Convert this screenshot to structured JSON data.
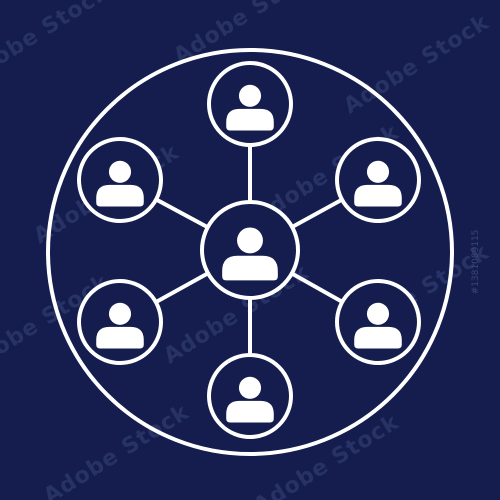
{
  "image": {
    "subject": "network-of-people-icon",
    "background_color": "#141d4e",
    "line_color": "#ffffff",
    "watermark_color": "#3a4578"
  },
  "network": {
    "center": {
      "icon": "person-icon"
    },
    "nodes": [
      {
        "icon": "person-icon",
        "position": "top"
      },
      {
        "icon": "person-icon",
        "position": "upper-right"
      },
      {
        "icon": "person-icon",
        "position": "lower-right"
      },
      {
        "icon": "person-icon",
        "position": "bottom"
      },
      {
        "icon": "person-icon",
        "position": "lower-left"
      },
      {
        "icon": "person-icon",
        "position": "upper-left"
      }
    ]
  },
  "watermark": {
    "brand": "Adobe Stock",
    "stock_id": "#1381089115"
  }
}
